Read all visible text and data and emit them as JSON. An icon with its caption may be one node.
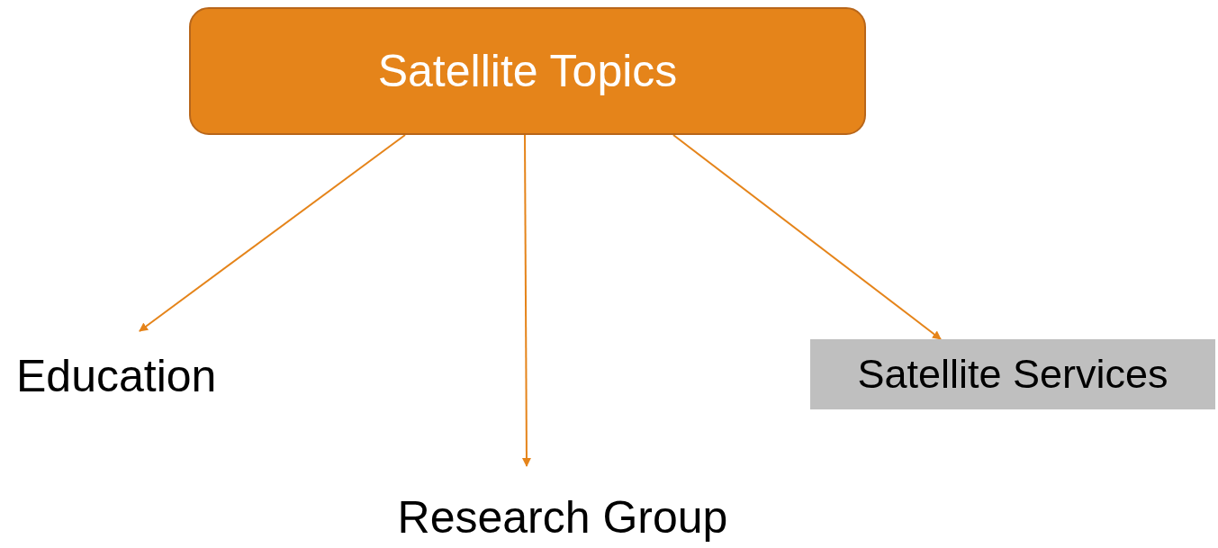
{
  "diagram": {
    "nodes": [
      {
        "text": [
          "Satellite Topics"
        ]
      },
      {
        "text": [
          "Education"
        ]
      },
      {
        "text": [
          "Research Group"
        ]
      },
      {
        "text": [
          "Satellite Services"
        ]
      }
    ],
    "edges": [
      {
        "from": 0,
        "to": 1,
        "arrow": "to"
      },
      {
        "from": 0,
        "to": 2,
        "arrow": "to"
      },
      {
        "from": 0,
        "to": 3,
        "arrow": "to"
      }
    ]
  }
}
